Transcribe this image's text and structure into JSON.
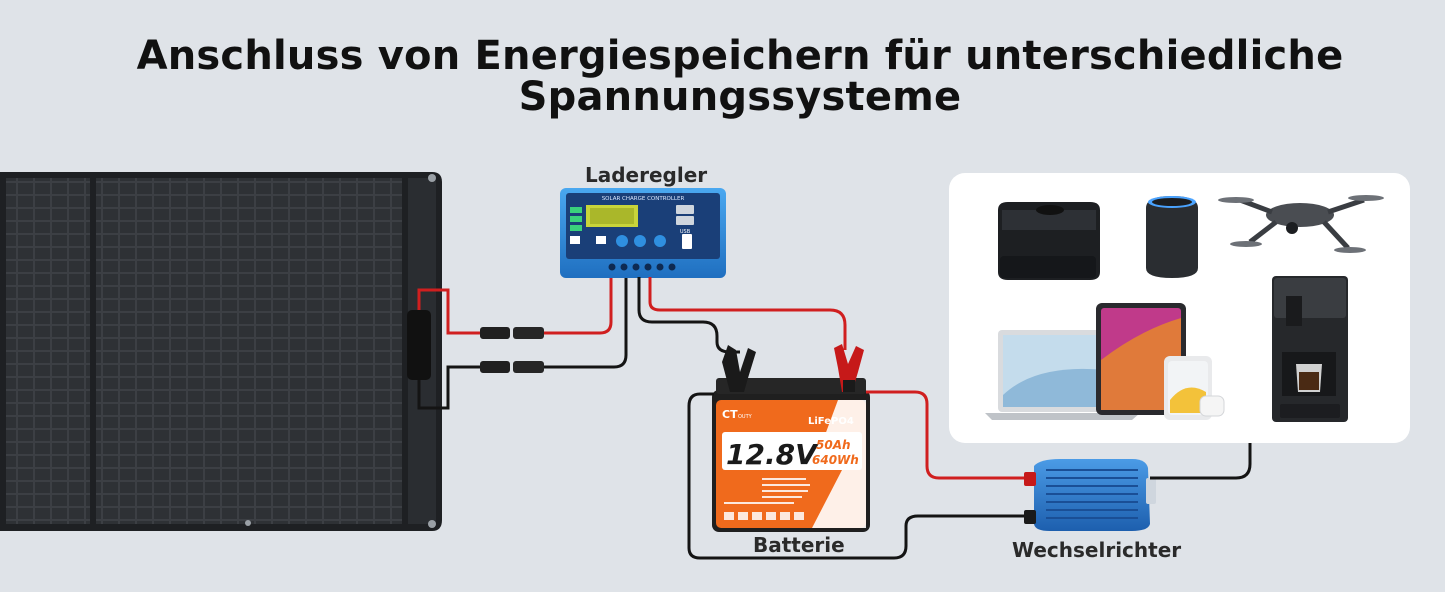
{
  "title": {
    "line1": "Anschluss von Energiespeichern für unterschiedliche",
    "line2": "Spannungssysteme"
  },
  "labels": {
    "controller": "Laderegler",
    "battery": "Batterie",
    "inverter": "Wechselrichter"
  },
  "controller_panel": {
    "header": "SOLAR CHARGE CONTROLLER",
    "usb": "USB"
  },
  "battery_face": {
    "brand_main": "CT",
    "brand_sub": "OUTY",
    "chemistry": "LiFePO4",
    "voltage": "12.8V",
    "capacity": "50Ah",
    "energy": "640Wh"
  },
  "colors": {
    "background": "#dfe3e8",
    "wire_red": "#d01f1f",
    "wire_black": "#141414",
    "controller_blue": "#2f8fe0",
    "battery_orange": "#f06a1c",
    "inverter_blue": "#2e7fd3"
  },
  "devices": [
    "projector",
    "smart-speaker",
    "drone",
    "laptop",
    "tablet",
    "smartphone",
    "earbuds",
    "coffee-machine"
  ]
}
